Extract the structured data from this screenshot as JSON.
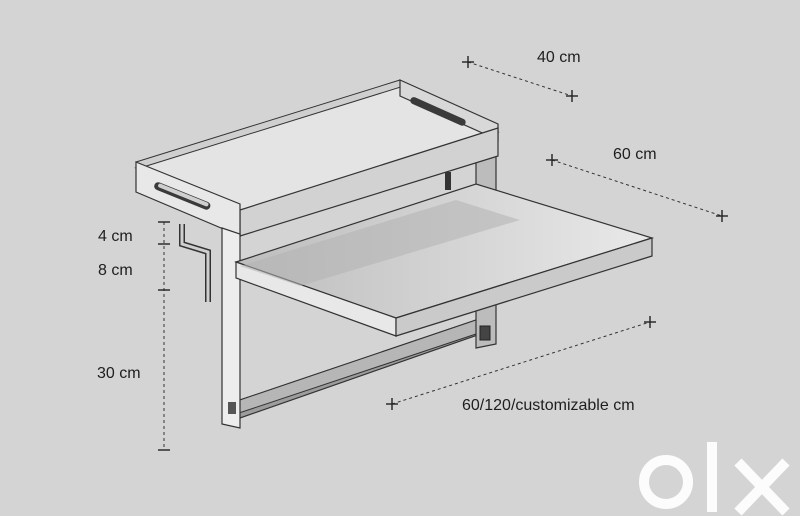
{
  "dimensions": {
    "tray_depth": "40 cm",
    "table_depth": "60 cm",
    "tray_rim_height": "4 cm",
    "tray_to_table_gap": "8 cm",
    "table_to_bar_height": "30 cm",
    "table_width": "60/120/customizable cm"
  },
  "watermark": {
    "text": "olx",
    "color": "#ffffff"
  },
  "colors": {
    "background": "#d4d4d4",
    "outline": "#3a3a3a",
    "wood_light": "#e6e6e6",
    "wood_mid": "#c9c9c9",
    "wood_dark": "#9a9a9a"
  }
}
